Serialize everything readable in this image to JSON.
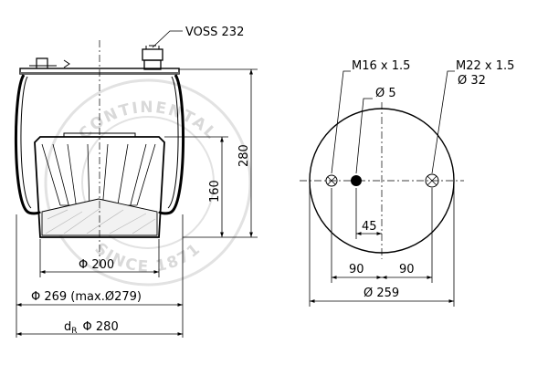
{
  "side_view": {
    "valve_label": "VOSS 232",
    "height_total": "280",
    "height_piston": "160",
    "dia_piston": "Φ 200",
    "dia_bellow": "Φ 269 (max.Ø279)",
    "dia_ref_sym": "d",
    "dia_ref_sub": "R",
    "dia_ref_val": "Φ 280"
  },
  "top_view": {
    "thread_left": "M16 x 1.5",
    "thread_right": "M22 x 1.5",
    "thread_right_dia": "Ø 32",
    "hole_dia": "Ø 5",
    "offset_hole": "45",
    "offset_left": "90",
    "offset_right": "90",
    "plate_dia": "Ø 259"
  },
  "watermark": {
    "brand": "CONTINENTAL",
    "since": "SINCE 1871"
  }
}
